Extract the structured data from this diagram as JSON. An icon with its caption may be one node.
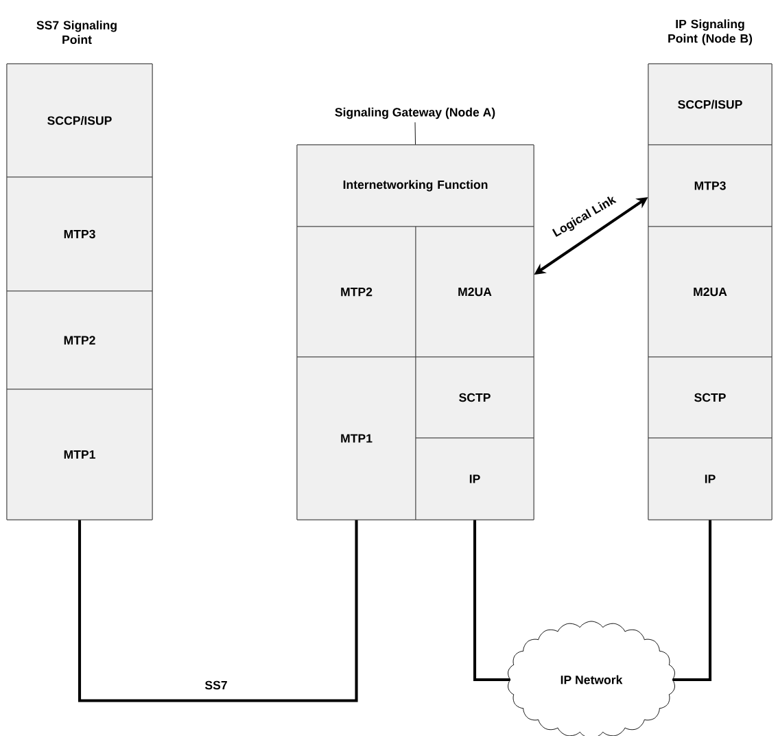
{
  "diagram": {
    "nodes": [
      {
        "text": [
          "SS7 Signaling Point"
        ]
      },
      {
        "text": [
          "SCCP/ISUP"
        ],
        "in": 0
      },
      {
        "text": [
          "MTP3"
        ],
        "in": 0
      },
      {
        "text": [
          "MTP2"
        ],
        "in": 0
      },
      {
        "text": [
          "MTP1"
        ],
        "in": 0
      },
      {
        "text": [
          "Signaling Gateway (Node A)"
        ]
      },
      {
        "text": [],
        "shape": "box"
      },
      {
        "text": [
          "Internetworking Function"
        ],
        "in": 6
      },
      {
        "text": [
          "MTP2"
        ],
        "in": 6
      },
      {
        "text": [
          "M2UA"
        ],
        "in": 6
      },
      {
        "text": [
          "MTP1"
        ],
        "in": 6
      },
      {
        "text": [
          "SCTP"
        ],
        "in": 6
      },
      {
        "text": [
          "IP"
        ],
        "in": 6
      },
      {
        "text": [
          "IP Signaling Point (Node B)"
        ]
      },
      {
        "text": [
          "SCCP/ISUP"
        ],
        "in": 13
      },
      {
        "text": [
          "MTP3"
        ],
        "in": 13
      },
      {
        "text": [
          "M2UA"
        ],
        "in": 13
      },
      {
        "text": [
          "SCTP"
        ],
        "in": 13
      },
      {
        "text": [
          "IP"
        ],
        "in": 13
      },
      {
        "text": [
          "IP Network"
        ]
      }
    ],
    "edges": [
      {
        "from": 5,
        "to": 6,
        "arrow": "none"
      },
      {
        "from": 4,
        "to": 10,
        "arrow": "none",
        "label": "SS7"
      },
      {
        "from": 12,
        "to": 19,
        "arrow": "none"
      },
      {
        "from": 19,
        "to": 18,
        "arrow": "none"
      },
      {
        "from": 9,
        "to": 15,
        "arrow": "both",
        "label": "Logical Link"
      }
    ]
  }
}
